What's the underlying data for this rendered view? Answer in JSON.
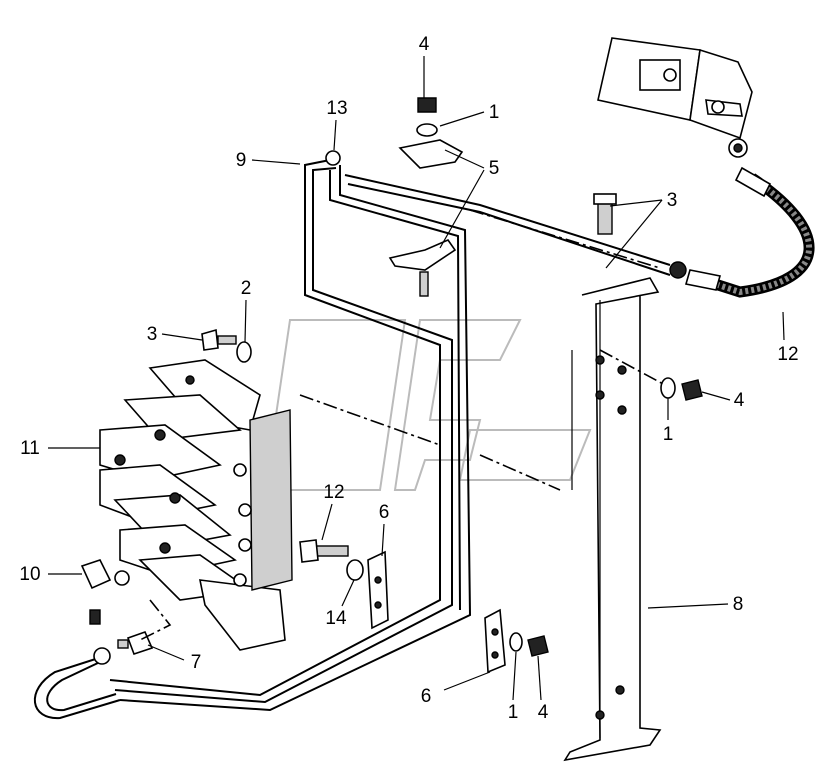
{
  "callouts": [
    {
      "id": "c4a",
      "text": "4"
    },
    {
      "id": "c1a",
      "text": "1"
    },
    {
      "id": "c13",
      "text": "13"
    },
    {
      "id": "c9",
      "text": "9"
    },
    {
      "id": "c5",
      "text": "5"
    },
    {
      "id": "c3a",
      "text": "3"
    },
    {
      "id": "c2",
      "text": "2"
    },
    {
      "id": "c3b",
      "text": "3"
    },
    {
      "id": "c12a",
      "text": "12"
    },
    {
      "id": "c4b",
      "text": "4"
    },
    {
      "id": "c1b",
      "text": "1"
    },
    {
      "id": "c11",
      "text": "11"
    },
    {
      "id": "c12b",
      "text": "12"
    },
    {
      "id": "c6a",
      "text": "6"
    },
    {
      "id": "c10",
      "text": "10"
    },
    {
      "id": "c14",
      "text": "14"
    },
    {
      "id": "c8",
      "text": "8"
    },
    {
      "id": "c7",
      "text": "7"
    },
    {
      "id": "c6b",
      "text": "6"
    },
    {
      "id": "c1c",
      "text": "1"
    },
    {
      "id": "c4c",
      "text": "4"
    }
  ]
}
